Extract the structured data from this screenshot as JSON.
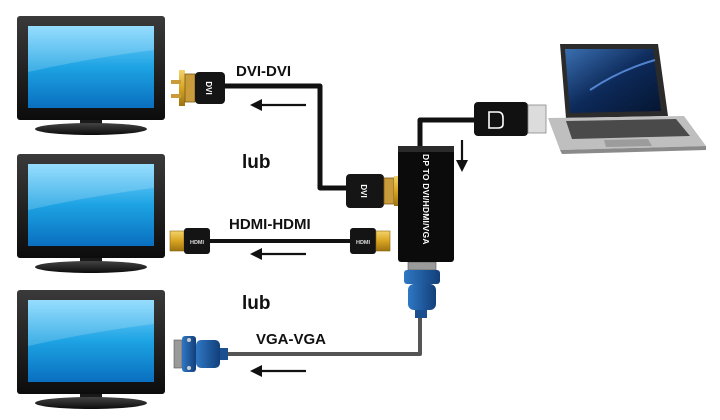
{
  "labels": {
    "dvi": "DVI-DVI",
    "hdmi": "HDMI-HDMI",
    "vga": "VGA-VGA",
    "or_1": "lub",
    "or_2": "lub"
  },
  "adapter": {
    "text": "DP TO DVI/HDMI/VGA"
  },
  "connectors": {
    "dvi_text": "DVI",
    "hdmi_text": "HDMI"
  },
  "colors": {
    "cable": "#111111",
    "vga_blue": "#1f5fa8",
    "hdmi_gold": "#d8a521",
    "dvi_gold": "#c99b3a",
    "adapter_body": "#0b0b0b",
    "screen_blue": "#1da3e3"
  }
}
